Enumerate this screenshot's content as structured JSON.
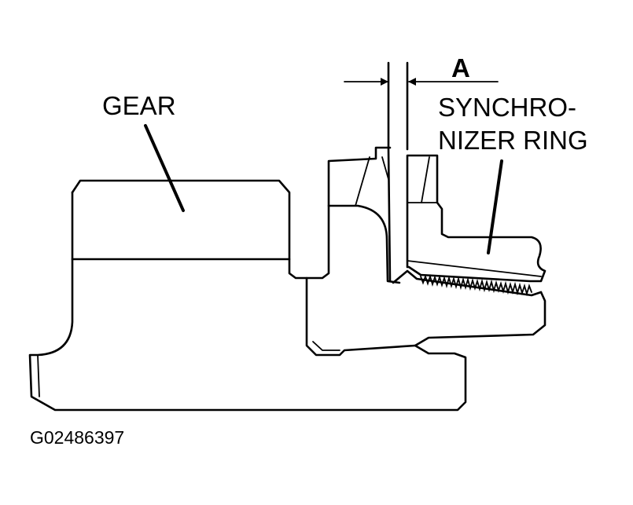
{
  "labels": {
    "gear": "GEAR",
    "dimension": "A",
    "synchronizer_line1": "SYNCHRO-",
    "synchronizer_line2": "NIZER RING"
  },
  "figure_id": "G02486397",
  "colors": {
    "line": "#000000",
    "background": "#ffffff"
  }
}
